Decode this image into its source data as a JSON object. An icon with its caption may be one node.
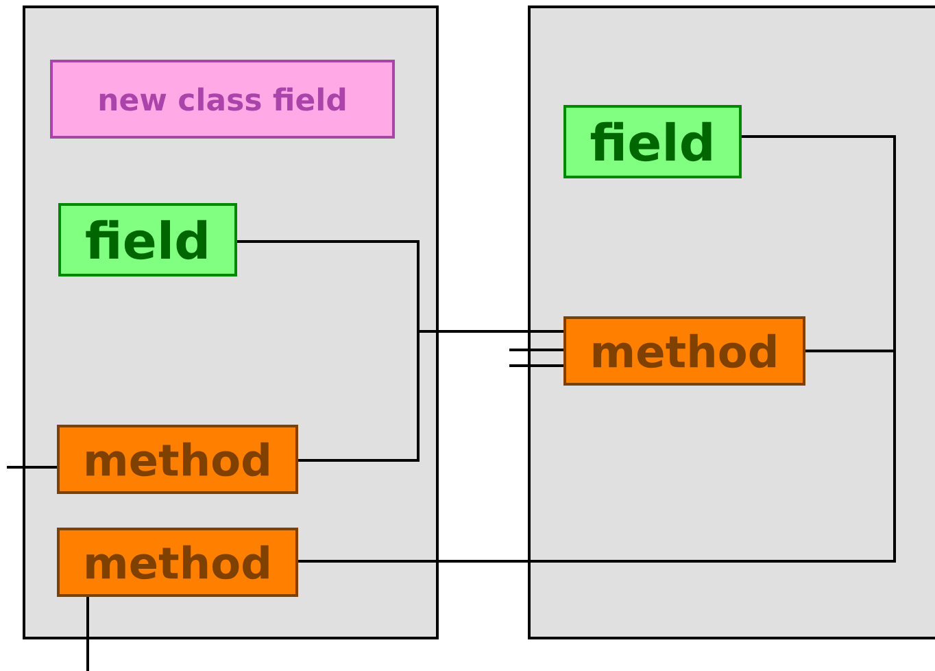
{
  "diagram": {
    "nodes": [
      {
        "text": [],
        "shape": "box"
      },
      {
        "text": [
          "new class field"
        ],
        "in": 0
      },
      {
        "text": [
          "field"
        ],
        "in": 0
      },
      {
        "text": [
          "method"
        ],
        "in": 0
      },
      {
        "text": [
          "method"
        ],
        "in": 0
      },
      {
        "text": [],
        "shape": "box"
      },
      {
        "text": [
          "field"
        ],
        "in": 5
      },
      {
        "text": [
          "method"
        ],
        "in": 5
      }
    ],
    "edges": [
      {
        "from": 2,
        "to": 7,
        "arrow": "none"
      },
      {
        "from": 3,
        "to": 7,
        "arrow": "none"
      },
      {
        "from": 6,
        "to": 4,
        "arrow": "none"
      },
      {
        "from": 7,
        "to": 4,
        "arrow": "none"
      },
      {
        "from": null,
        "to": 3,
        "arrow": "none"
      },
      {
        "from": 4,
        "to": null,
        "arrow": "none"
      },
      {
        "from": null,
        "to": 7,
        "arrow": "none"
      },
      {
        "from": null,
        "to": 7,
        "arrow": "none"
      }
    ]
  }
}
